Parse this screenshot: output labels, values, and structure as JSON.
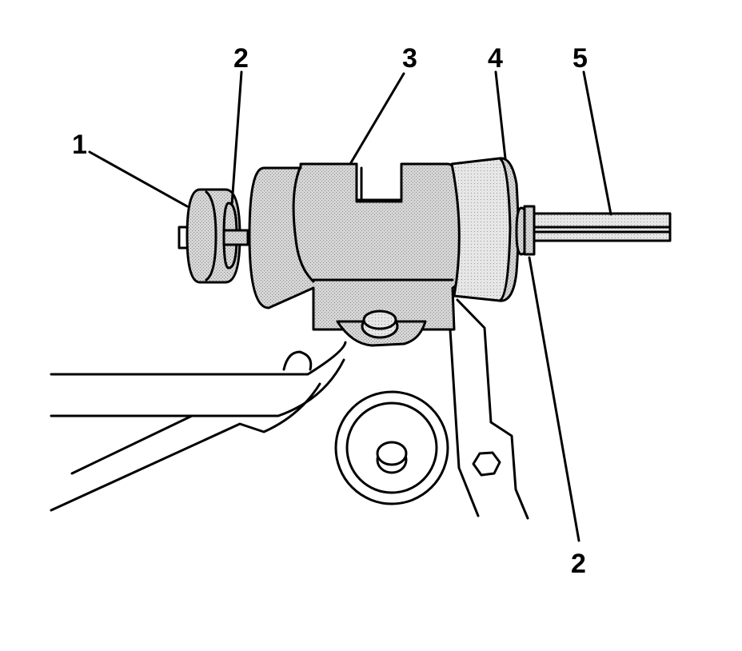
{
  "diagram": {
    "callouts": [
      {
        "id": "c1",
        "label": "1"
      },
      {
        "id": "c2a",
        "label": "2"
      },
      {
        "id": "c3",
        "label": "3"
      },
      {
        "id": "c4",
        "label": "4"
      },
      {
        "id": "c5",
        "label": "5"
      },
      {
        "id": "c2b",
        "label": "2"
      }
    ]
  }
}
